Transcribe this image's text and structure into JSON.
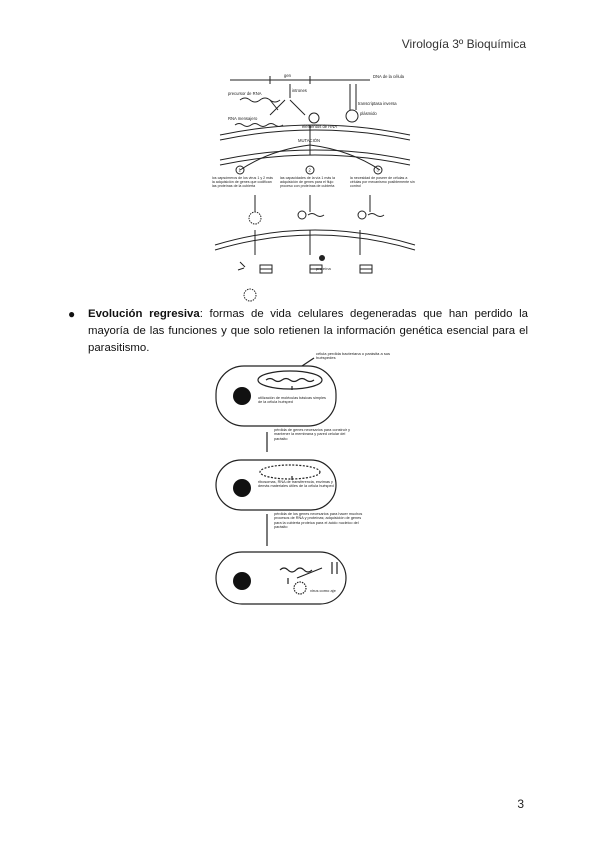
{
  "header": {
    "title": "Virología 3º Bioquímica"
  },
  "figure1": {
    "labels": {
      "top_left_gen": "gen",
      "dna_celula": "DNA de la célula",
      "precursor_rna": "precursor de RNA",
      "intrones": "intrones",
      "rna_mensajero": "RNA mensajero",
      "elementos_rna": "elementos de RNA",
      "transcriptasa": "transcriptasa inversa",
      "plasmido": "plásmido",
      "mutacion": "MUTACIÓN",
      "num1": "1",
      "num2": "2",
      "num3": "3",
      "text1": "los capsómeros de los virus 1 y 2 más la adquisición de genes que codifican las proteínas de la cubierta",
      "text2": "las capacidades de la vía 1 más la adquisición de genes para el flujo proceso con proteínas de cubierta",
      "text3": "la necesidad de poseer de células a células por mecanismo posiblemente sin control",
      "proteina": "proteína"
    }
  },
  "bullet": {
    "term": "Evolución regresiva",
    "text": ": formas de vida celulares degeneradas que han perdido la mayoría de las funciones y que solo retienen la información genética esencial para el parasitismo."
  },
  "figure2": {
    "labels": {
      "celula_perdida": "célula perdida bacteriana o parásita a sus huéspedes",
      "utilizacion": "utilización de moléculas básicas simples de la célula huésped",
      "perdida_genes": "pérdida de genes necesarios para construir y mantener la membrana y pared celular del parásito",
      "ribosomas": "ribosomas, RNA de transferencia, enzimas y demás materiales útiles de la célula huésped",
      "perdida_genes2": "pérdida de los genes necesarios para hacer muchos procesos de RNA y proteínas; adquisición de genes para la cubierta proteica para el ácido nucleico del parásito",
      "virus": "virus como aje"
    }
  },
  "page": {
    "number": "3"
  }
}
